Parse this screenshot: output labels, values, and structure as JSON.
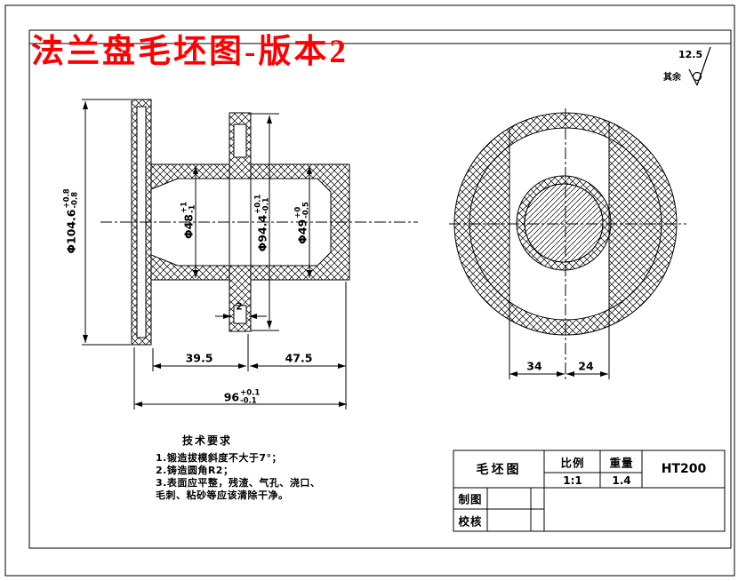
{
  "title": {
    "text": "法兰盘毛坯图-版本2",
    "color": "#FF0000"
  },
  "roughness": {
    "prefix": "其余",
    "value": "12.5"
  },
  "dimensions": {
    "d104": {
      "value": "Φ104.6",
      "sup": "+0.8",
      "sub": "-0.8"
    },
    "d48": {
      "value": "Φ48",
      "sup": "+1",
      "sub": "-1"
    },
    "d94": {
      "value": "Φ94.4",
      "sup": "+0.1",
      "sub": "-0.1"
    },
    "d49": {
      "value": "Φ49",
      "sup": "+0",
      "sub": "-0.5"
    },
    "len395": {
      "value": "39.5"
    },
    "len475": {
      "value": "47.5"
    },
    "len96": {
      "value": "96",
      "sup": "+0.1",
      "sub": "-0.1"
    },
    "groove": {
      "value": "2"
    },
    "len34": {
      "value": "34"
    },
    "len24": {
      "value": "24"
    }
  },
  "tech_requirements": {
    "heading": "技术要求",
    "lines": [
      "1.锻造拔模斜度不大于7°；",
      "2.铸造圆角R2；",
      "3.表面应平整，残渣、气孔、浇口、",
      "毛刺、粘砂等应该清除干净。"
    ]
  },
  "title_block": {
    "name": "毛坯图",
    "scale_label": "比例",
    "scale_value": "1:1",
    "weight_label": "重量",
    "weight_value": "1.4",
    "material": "HT200",
    "drawn_label": "制图",
    "checked_label": "校核"
  }
}
